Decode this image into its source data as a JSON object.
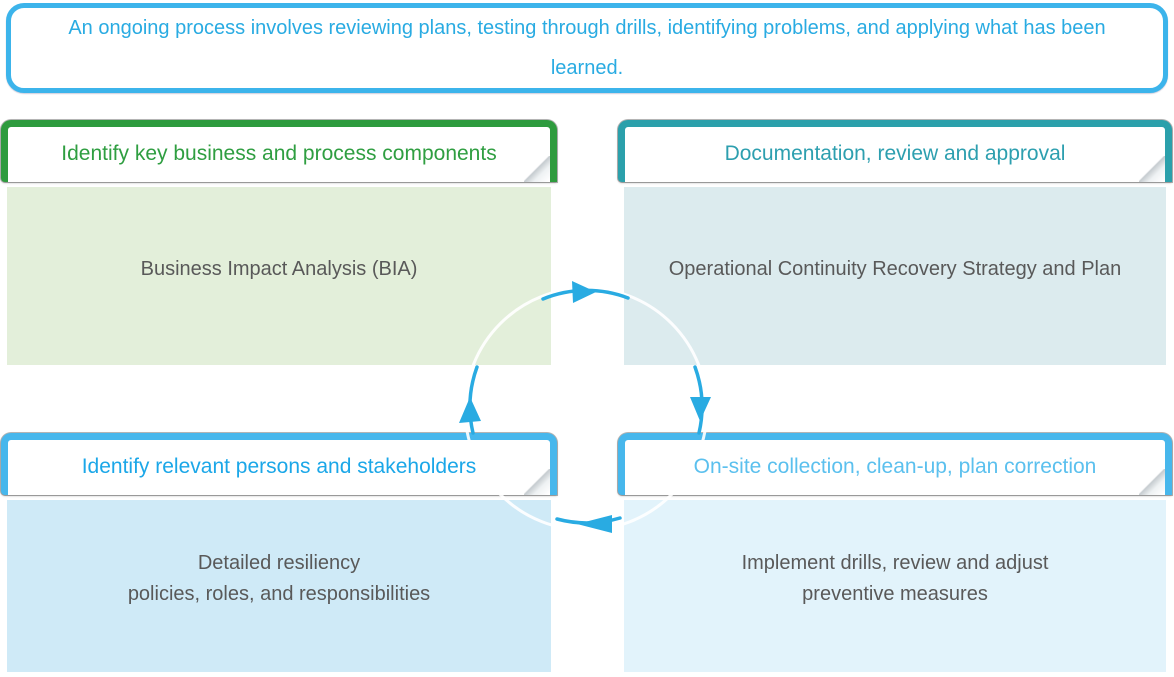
{
  "banner": {
    "text": "An ongoing process involves reviewing plans, testing through drills, identifying problems, and applying what has been learned.",
    "border_color": "#3CB4EB",
    "text_color": "#29ABE2"
  },
  "boxes": [
    {
      "id": "top-left",
      "header": "Identify key business and process components",
      "body_lines": [
        "Business Impact Analysis (BIA)"
      ],
      "border_color": "#2E9B3E",
      "title_color": "#2F9E41",
      "body_bg": "#E3EFDA"
    },
    {
      "id": "top-right",
      "header": "Documentation, review and approval",
      "body_lines": [
        "Operational Continuity Recovery Strategy and Plan"
      ],
      "border_color": "#2BA0AB",
      "title_color": "#2D9FAF",
      "body_bg": "#DCEBEE"
    },
    {
      "id": "bottom-left",
      "header": "Identify relevant persons and stakeholders",
      "body_lines": [
        "Detailed resiliency",
        "policies, roles, and responsibilities"
      ],
      "border_color": "#47B7EC",
      "title_color": "#1BA7E8",
      "body_bg": "#CFEAF7"
    },
    {
      "id": "bottom-right",
      "header": "On-site collection, clean-up, plan correction",
      "body_lines": [
        "Implement drills, review and adjust",
        "preventive measures"
      ],
      "border_color": "#47B7EC",
      "title_color": "#5BC0EE",
      "body_bg": "#E2F3FB"
    }
  ],
  "body_text_color": "#595959",
  "cycle": {
    "direction": "clockwise",
    "arrow_color": "#29ABE2",
    "ring_color": "#FFFFFF"
  }
}
